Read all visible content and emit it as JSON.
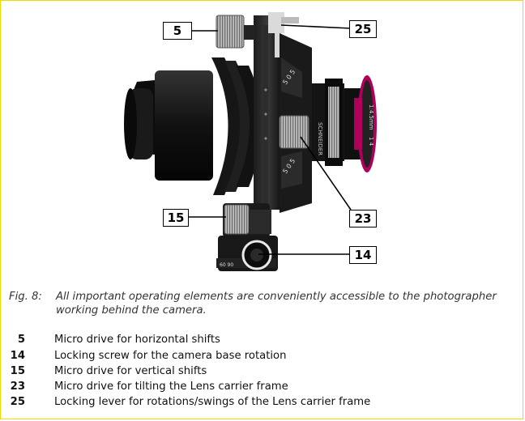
{
  "figure": {
    "callouts": [
      {
        "id": "c5",
        "label": "5"
      },
      {
        "id": "c25",
        "label": "25"
      },
      {
        "id": "c15",
        "label": "15"
      },
      {
        "id": "c23",
        "label": "23"
      },
      {
        "id": "c14",
        "label": "14"
      }
    ],
    "lens_engravings": [
      "SCHNEIDER",
      "1:4.5mm",
      "1 4"
    ]
  },
  "caption": {
    "label": "Fig. 8:",
    "text": "All important operating elements are conveniently accessible to the photographer working behind the camera."
  },
  "legend": {
    "items": [
      {
        "number": "5",
        "description": "Micro drive for horizontal shifts"
      },
      {
        "number": "14",
        "description": "Locking screw for the camera base rotation"
      },
      {
        "number": "15",
        "description": "Micro drive for vertical shifts"
      },
      {
        "number": "23",
        "description": "Micro drive for tilting the Lens carrier frame"
      },
      {
        "number": "25",
        "description": "Locking lever for rotations/swings of the Lens carrier frame"
      }
    ]
  },
  "colors": {
    "border": "#f0d800",
    "lens_ring": "#b0005a",
    "body": "#111111",
    "knurl": "#c8c8c8"
  }
}
